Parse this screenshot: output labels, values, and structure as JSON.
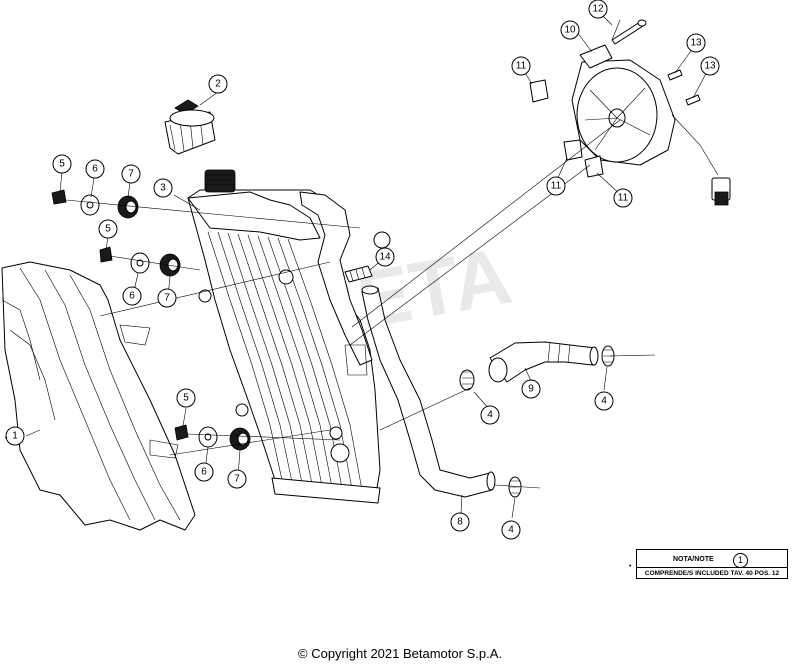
{
  "callouts": [
    {
      "label": "1"
    },
    {
      "label": "2"
    },
    {
      "label": "3"
    },
    {
      "label": "4"
    },
    {
      "label": "4"
    },
    {
      "label": "4"
    },
    {
      "label": "5"
    },
    {
      "label": "5"
    },
    {
      "label": "5"
    },
    {
      "label": "6"
    },
    {
      "label": "6"
    },
    {
      "label": "6"
    },
    {
      "label": "7"
    },
    {
      "label": "7"
    },
    {
      "label": "7"
    },
    {
      "label": "8"
    },
    {
      "label": "9"
    },
    {
      "label": "10"
    },
    {
      "label": "11"
    },
    {
      "label": "11"
    },
    {
      "label": "11"
    },
    {
      "label": "12"
    },
    {
      "label": "13"
    },
    {
      "label": "13"
    },
    {
      "label": "14"
    }
  ],
  "note": {
    "title": "NOTA/NOTE",
    "ref": "1",
    "text": "COMPRENDE/S INCLUDED TAV. 40 POS. 12",
    "bullet": "•"
  },
  "watermark": "BETA",
  "copyright": "© Copyright 2021 Betamotor S.p.A."
}
